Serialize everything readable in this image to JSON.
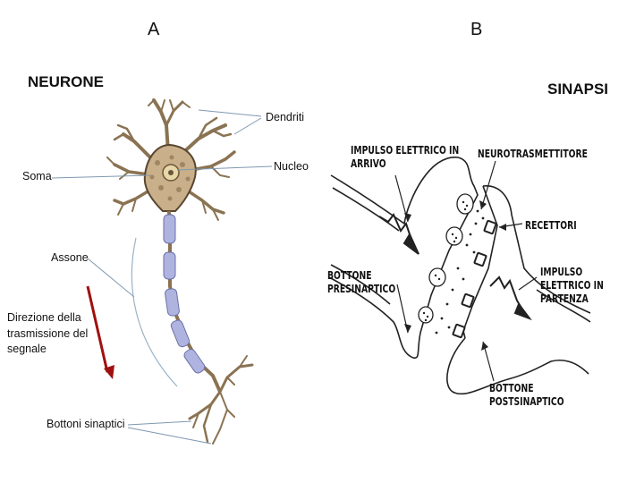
{
  "panels": {
    "a": {
      "letter": "A",
      "title": "NEURONE",
      "labels": {
        "dendrites": "Dendriti",
        "nucleus": "Nucleo",
        "soma": "Soma",
        "axon": "Assone",
        "direction": "Direzione della trasmissione del segnale",
        "synaptic_buttons": "Bottoni sinaptici"
      },
      "colors": {
        "arrow": "#a01010",
        "myelin": "#aeb3df",
        "cell_body": "#c9b08a",
        "membrane": "#5a4630"
      }
    },
    "b": {
      "letter": "B",
      "title": "SINAPSI",
      "labels": {
        "impulse_in": "IMPULSO ELETTRICO IN ARRIVO",
        "neurotransmitter": "NEUROTRASMETTITORE",
        "receptors": "RECETTORI",
        "presynaptic": "BOTTONE PRESINAPTICO",
        "impulse_out": "IMPULSO ELETTRICO IN PARTENZA",
        "postsynaptic": "BOTTONE POSTSINAPTICO"
      }
    }
  }
}
